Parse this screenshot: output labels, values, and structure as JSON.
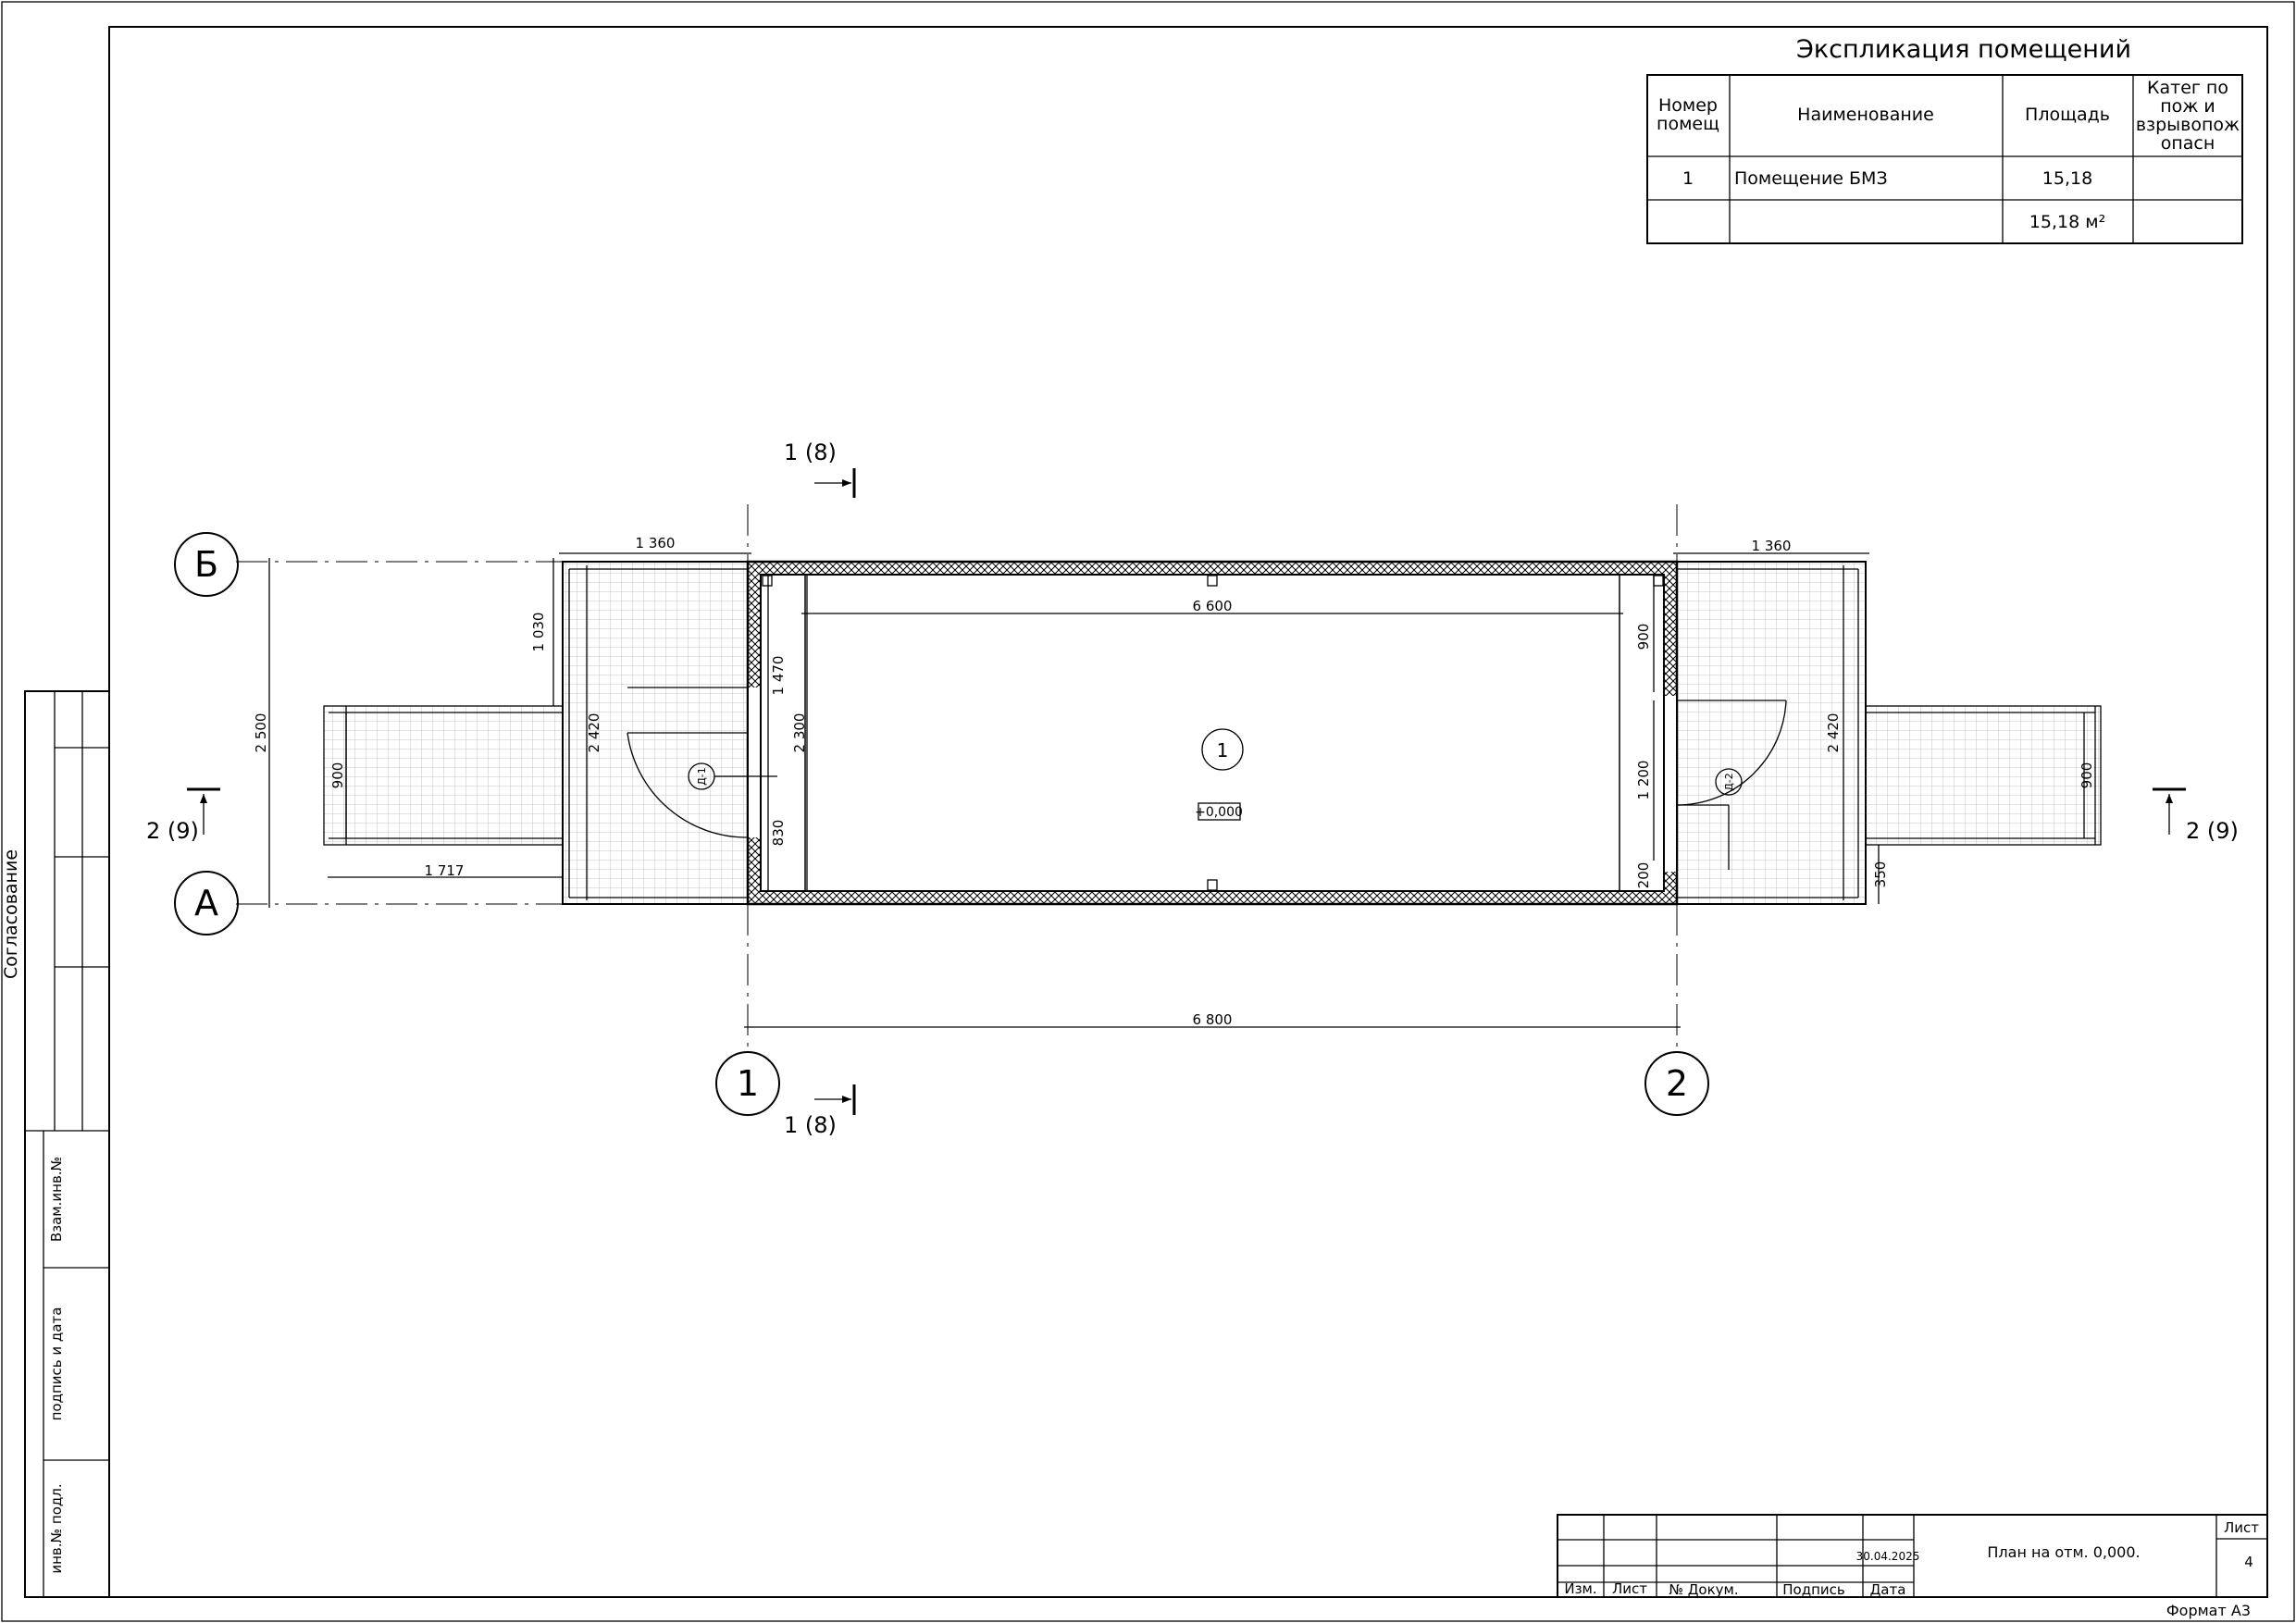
{
  "explication": {
    "title": "Экспликация помещений",
    "headers": [
      "Номер помещ",
      "Наименование",
      "Площадь",
      "Катег по пож и взрывопож опасн"
    ],
    "rows": [
      {
        "num": "1",
        "name": "Помещение БМЗ",
        "area": "15,18",
        "cat": ""
      },
      {
        "num": "",
        "name": "",
        "area": "15,18 м²",
        "cat": ""
      }
    ]
  },
  "axes": {
    "letters": [
      "Б",
      "А"
    ],
    "numbers": [
      "1",
      "2"
    ]
  },
  "sections": {
    "section1_top": "1 (8)",
    "section1_bottom": "1 (8)",
    "section2_left": "2 (9)",
    "section2_right": "2 (9)"
  },
  "room": {
    "number": "1",
    "level": "+0,000"
  },
  "doors": [
    "Д-1",
    "Д-2"
  ],
  "dimensions": {
    "d_1360_left": "1 360",
    "d_1360_right": "1 360",
    "d_6600": "6 600",
    "d_6800": "6 800",
    "d_2500": "2 500",
    "d_1030": "1 030",
    "d_2420_left": "2 420",
    "d_2420_right": "2 420",
    "d_1470": "1 470",
    "d_2300": "2 300",
    "d_830": "830",
    "d_900_left": "900",
    "d_900_right": "900",
    "d_900_inner": "900",
    "d_1717": "1 717",
    "d_1200": "1 200",
    "d_200": "200",
    "d_350": "350"
  },
  "side_stamp": {
    "agreement": "Согласование",
    "inv_replaced": "Взам.инв.№",
    "sign_date": "подпись и дата",
    "inv_original": "инв.№ подл."
  },
  "title_block": {
    "col_izm": "Изм.",
    "col_list": "Лист",
    "col_doc": "№ Докум.",
    "col_sign": "Подпись",
    "col_date": "Дата",
    "date_value": "30.04.2025",
    "sheet_title": "План на отм. 0,000.",
    "sheet_label": "Лист",
    "sheet_number": "4"
  },
  "format": "Формат А3"
}
